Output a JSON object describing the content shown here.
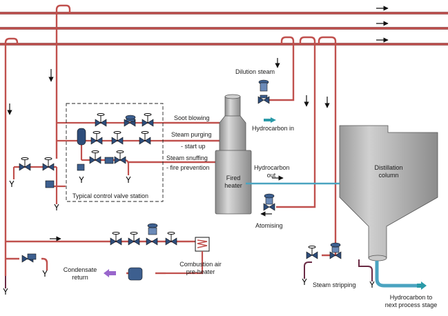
{
  "labels": {
    "dilution_steam": "Dilution steam",
    "soot_blowing": "Soot blowing",
    "steam_purging": "Steam purging",
    "start_up": "- start up",
    "steam_snuffing": "Steam snuffing",
    "fire_prevention": "- fire prevention",
    "hydrocarbon_in": "Hydrocarbon in",
    "hydrocarbon_out_line1": "Hydrocarbon",
    "hydrocarbon_out_line2": "out",
    "fired_heater_line1": "Fired",
    "fired_heater_line2": "heater",
    "distillation_column_line1": "Distillation",
    "distillation_column_line2": "column",
    "control_valve_station": "Typical control valve station",
    "atomising": "Atomising",
    "condensate_return_line1": "Condensate",
    "condensate_return_line2": "return",
    "combustion_air_line1": "Combustion air",
    "combustion_air_line2": "pre-heater",
    "steam_stripping": "Steam stripping",
    "next_stage_line1": "Hydrocarbon to",
    "next_stage_line2": "next process stage"
  },
  "colors": {
    "steam_pipe": "#c0504d",
    "condensate_pipe": "#6a2a44",
    "hydrocarbon_pipe": "#4aa3c0",
    "vessel_fill": "#a6a6a6",
    "valve_fill": "#2e4d7a",
    "condensate_arrow": "#9966cc"
  }
}
